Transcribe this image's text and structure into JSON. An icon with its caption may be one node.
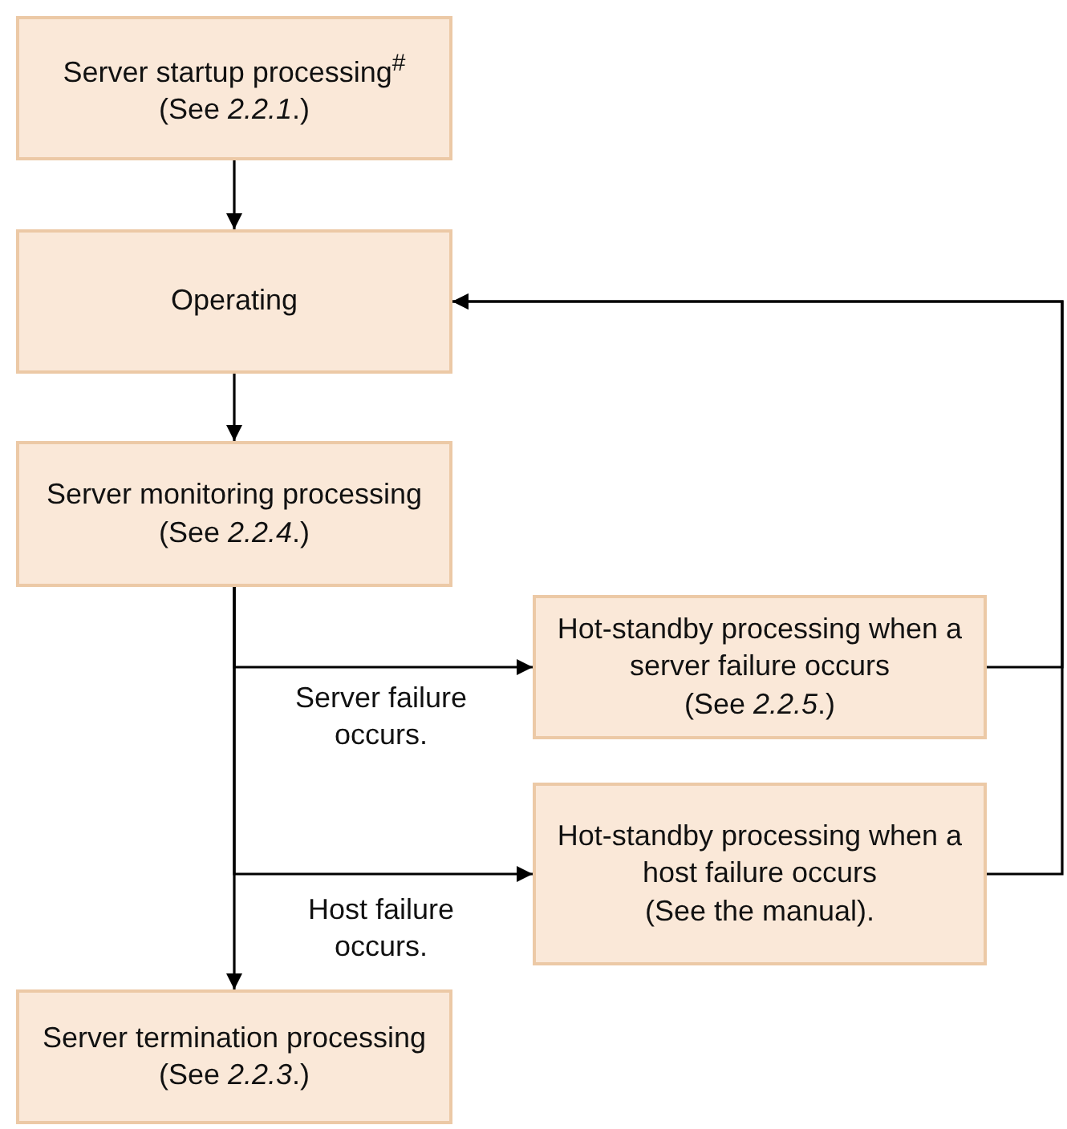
{
  "diagram": {
    "nodes": [
      {
        "text": [
          "Server startup processing$^{#}$",
          "(See *2.2.1*.)"
        ]
      },
      {
        "text": [
          "Operating"
        ]
      },
      {
        "text": [
          "Server monitoring processing",
          "(See *2.2.4*.)"
        ]
      },
      {
        "text": [
          "Hot-standby processing when a server failure occurs",
          "(See *2.2.5*.)"
        ]
      },
      {
        "text": [
          "Hot-standby processing when a host failure occurs",
          "(See the manual)."
        ]
      },
      {
        "text": [
          "Server termination processing",
          "(See *2.2.3*.)"
        ]
      }
    ],
    "edges": [
      {
        "from": 0,
        "to": 1,
        "arrow": "to"
      },
      {
        "from": 1,
        "to": 2,
        "arrow": "to"
      },
      {
        "from": 2,
        "to": 3,
        "arrow": "to",
        "label": "Server failure occurs."
      },
      {
        "from": 2,
        "to": 4,
        "arrow": "to",
        "label": "Host failure occurs."
      },
      {
        "from": 2,
        "to": 5,
        "arrow": "to"
      },
      {
        "from": 3,
        "to": 1,
        "arrow": "to"
      },
      {
        "from": 4,
        "to": 1,
        "arrow": "to"
      }
    ]
  }
}
